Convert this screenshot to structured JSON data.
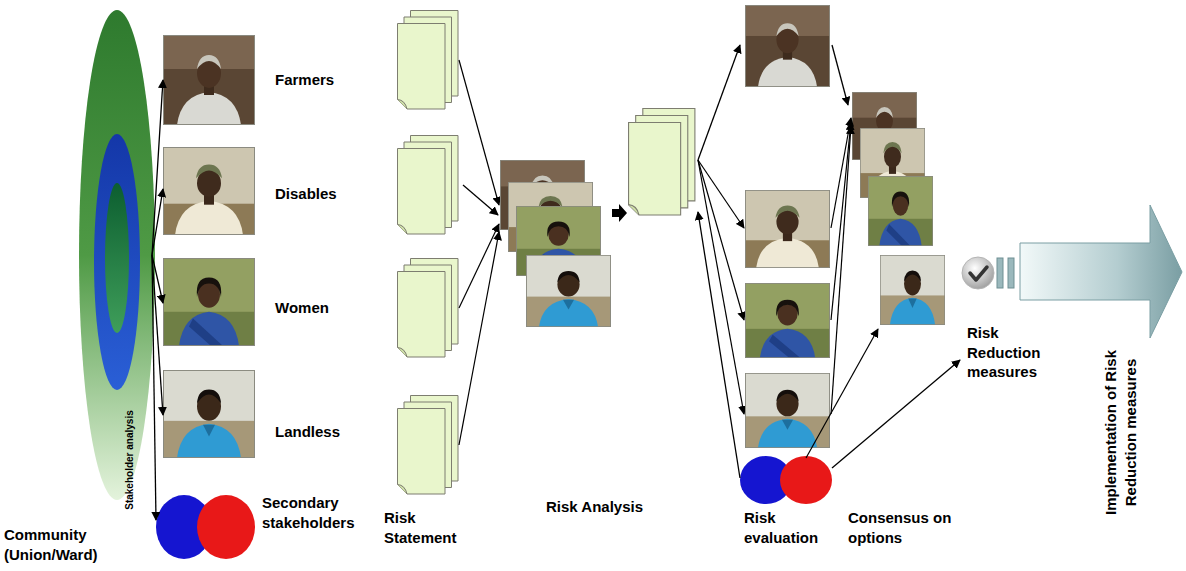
{
  "diagram": {
    "nodes": [
      {
        "text": [
          "Community (Union/Ward)"
        ]
      },
      {
        "text": [
          "Farmers"
        ]
      },
      {
        "text": [
          "Disables"
        ]
      },
      {
        "text": [
          "Women"
        ]
      },
      {
        "text": [
          "Landless"
        ]
      },
      {
        "text": [
          "Secondary stakeholders"
        ]
      },
      {
        "text": [
          "Risk Statement"
        ]
      },
      {
        "text": [
          "Risk Analysis"
        ]
      },
      {
        "text": [
          "Risk evaluation"
        ]
      },
      {
        "text": [
          "Consensus on options"
        ]
      },
      {
        "text": [
          "Risk Reduction measures"
        ]
      },
      {
        "text": [
          "Implementation of Risk Reduction measures"
        ]
      }
    ],
    "edges": [
      {
        "from": 0,
        "to": 1,
        "arrow": "to"
      },
      {
        "from": 0,
        "to": 2,
        "arrow": "to"
      },
      {
        "from": 0,
        "to": 3,
        "arrow": "to"
      },
      {
        "from": 0,
        "to": 4,
        "arrow": "to"
      },
      {
        "from": 0,
        "to": 5,
        "arrow": "to"
      },
      {
        "from": 6,
        "to": 7,
        "arrow": "to"
      },
      {
        "from": 7,
        "to": 8,
        "arrow": "to"
      },
      {
        "from": 8,
        "to": 7,
        "arrow": "to"
      },
      {
        "from": 8,
        "to": 9,
        "arrow": "to"
      },
      {
        "from": 8,
        "to": 10,
        "arrow": "to"
      }
    ],
    "labels": [
      "Stakeholder analysis"
    ]
  }
}
